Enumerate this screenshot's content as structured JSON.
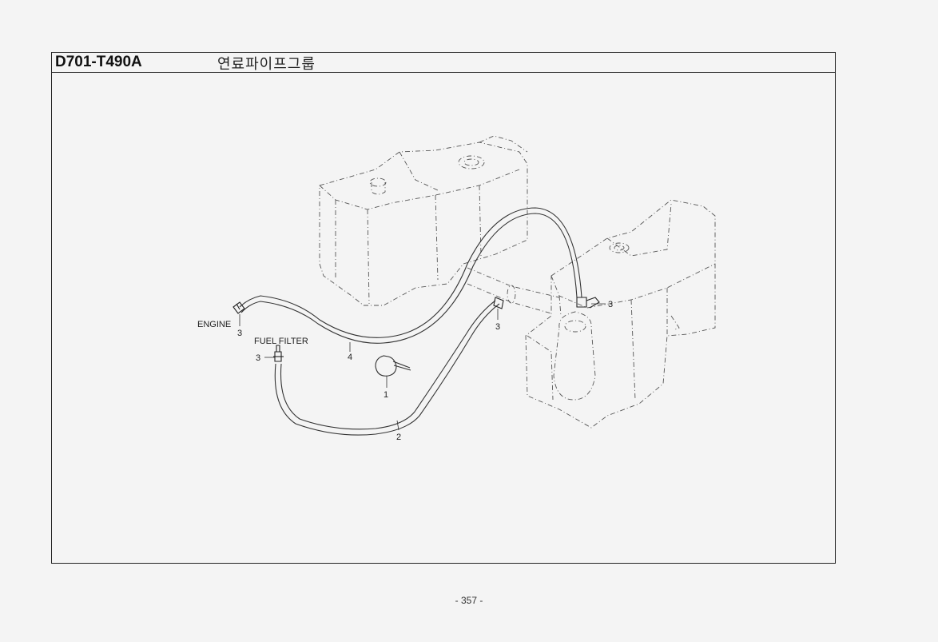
{
  "header": {
    "code": "D701-T490A",
    "title": "연료파이프그룹"
  },
  "callouts": {
    "engine": "ENGINE",
    "fuel_filter": "FUEL FILTER",
    "part_1": "1",
    "part_2": "2",
    "part_3_engine": "3",
    "part_3_filter": "3",
    "part_3_joint": "3",
    "part_3_tank": "3",
    "part_4": "4"
  },
  "footer": {
    "page": "- 357 -"
  }
}
